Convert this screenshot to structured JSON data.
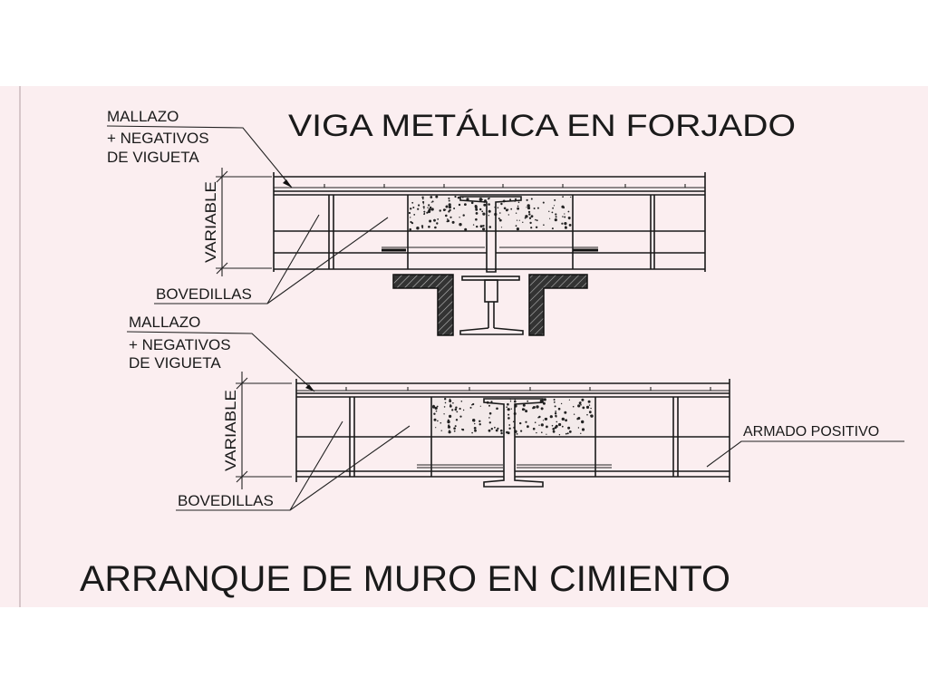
{
  "drawing": {
    "top_section": {
      "title": "VIGA METÁLICA EN FORJADO",
      "label_mallazo": "MALLAZO",
      "label_negativos": "+ NEGATIVOS",
      "label_vigueta": "DE VIGUETA",
      "label_variable": "VARIABLE",
      "label_bovedillas": "BOVEDILLAS"
    },
    "bottom_section": {
      "label_mallazo": "MALLAZO",
      "label_negativos": "+ NEGATIVOS",
      "label_vigueta": "DE VIGUETA",
      "label_variable": "VARIABLE",
      "label_bovedillas": "BOVEDILLAS",
      "label_armado": "ARMADO POSITIVO",
      "title": "ARRANQUE DE MURO EN CIMIENTO"
    },
    "colors": {
      "paper": "#fbeef0",
      "ink": "#1a1a1a"
    }
  }
}
